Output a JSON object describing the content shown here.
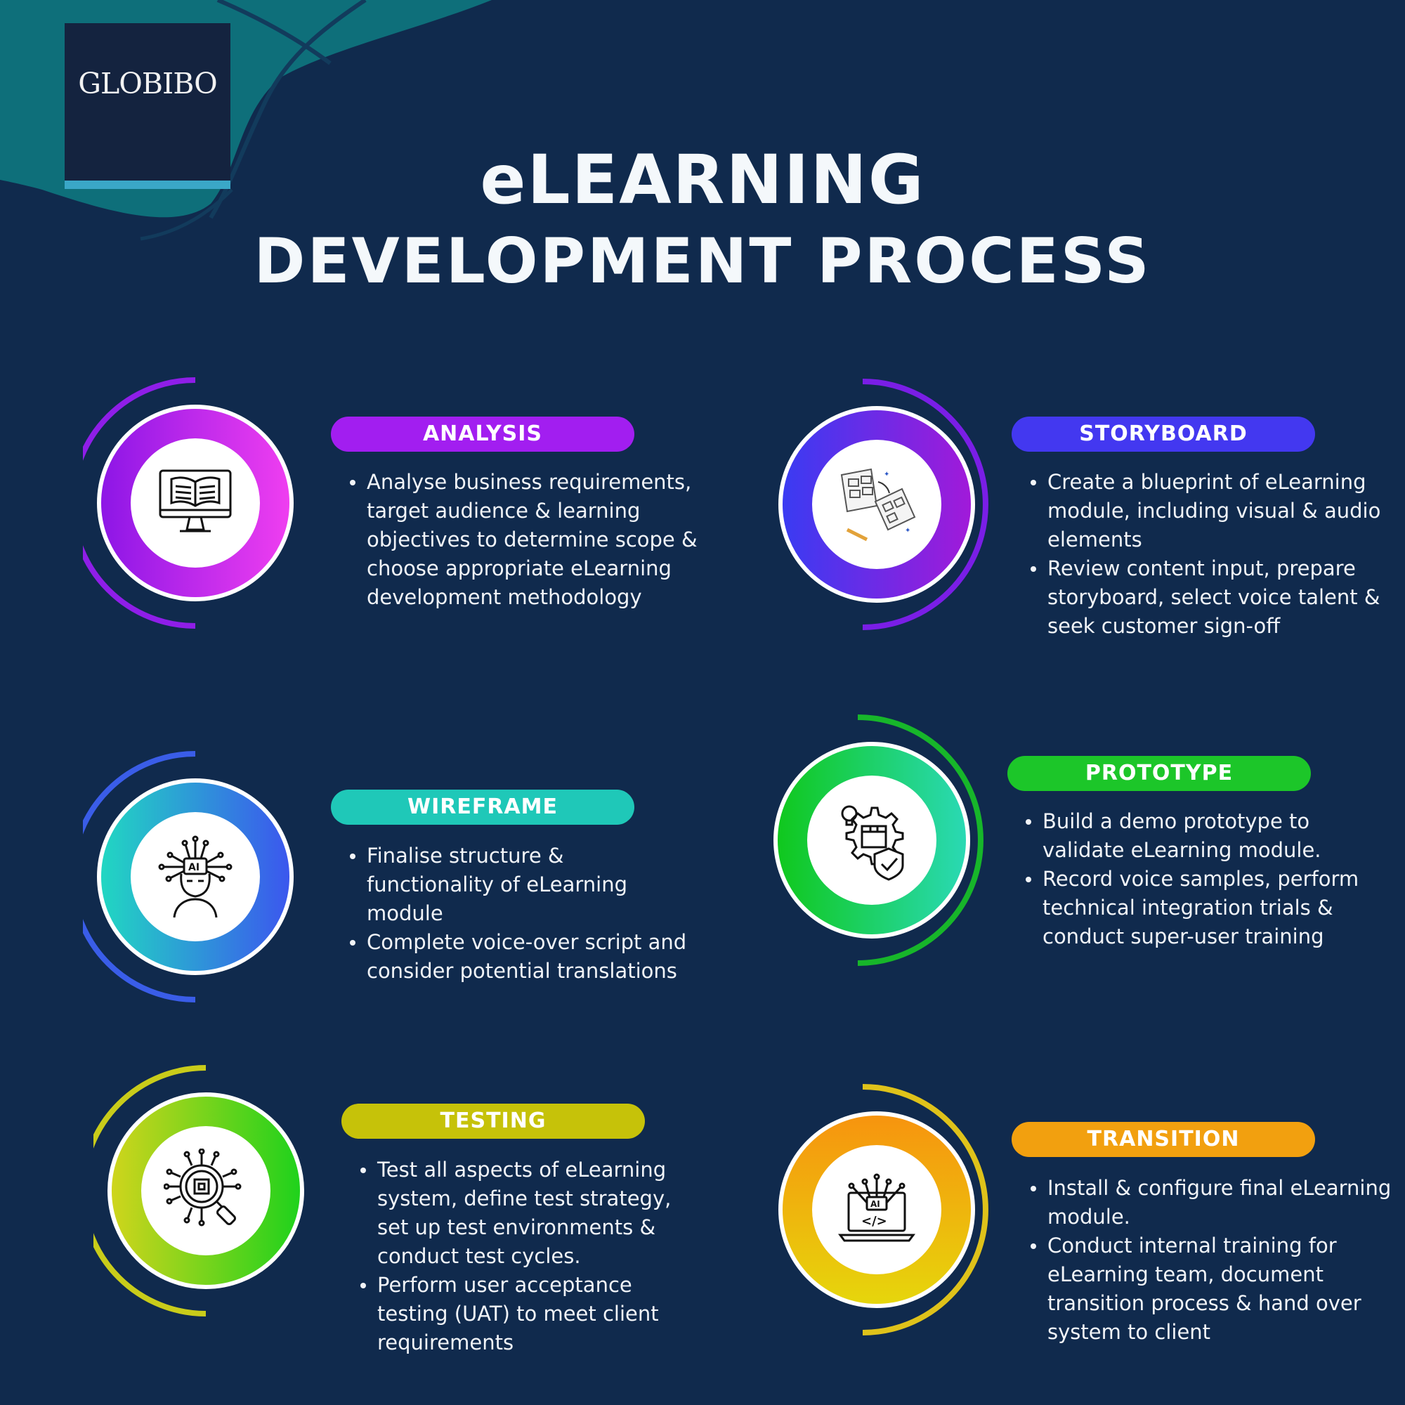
{
  "brand": {
    "logo_text": "GLOBIBO"
  },
  "title": {
    "line1": "eLEARNING",
    "line2": "DEVELOPMENT PROCESS"
  },
  "steps": {
    "analysis": {
      "label": "ANALYSIS",
      "icon": "monitor-book-icon",
      "bullets": [
        "Analyse business requirements, target audience & learning objectives to determine scope & choose appropriate eLearning development methodology"
      ]
    },
    "storyboard": {
      "label": "STORYBOARD",
      "icon": "storyboard-sketch-icon",
      "bullets": [
        "Create a blueprint of eLearning module, including visual & audio elements",
        "Review content input, prepare storyboard, select voice talent & seek customer sign-off"
      ]
    },
    "wireframe": {
      "label": "WIREFRAME",
      "icon": "ai-head-icon",
      "bullets": [
        "Finalise structure & functionality of eLearning module",
        " Complete voice-over script and consider potential translations"
      ]
    },
    "prototype": {
      "label": "PROTOTYPE",
      "icon": "gear-box-shield-icon",
      "bullets": [
        "Build a demo prototype to validate eLearning module.",
        " Record voice samples, perform technical integration trials & conduct super-user training"
      ]
    },
    "testing": {
      "label": "TESTING",
      "icon": "chip-magnifier-icon",
      "bullets": [
        "Test all aspects of eLearning system, define test strategy, set up test environments & conduct test cycles.",
        " Perform user acceptance testing (UAT) to meet client requirements"
      ]
    },
    "transition": {
      "label": "TRANSITION",
      "icon": "ai-laptop-code-icon",
      "bullets": [
        "Install & configure final eLearning module.",
        " Conduct internal training for eLearning team, document transition process & hand over system to client"
      ]
    }
  },
  "colors": {
    "background": "#102a4d",
    "wave": "#0e6f7a",
    "analysis": "#a21ef0",
    "storyboard": "#4338f0",
    "wireframe": "#1fc8b8",
    "prototype": "#1cc629",
    "testing": "#c6c209",
    "transition": "#f2a00f"
  }
}
